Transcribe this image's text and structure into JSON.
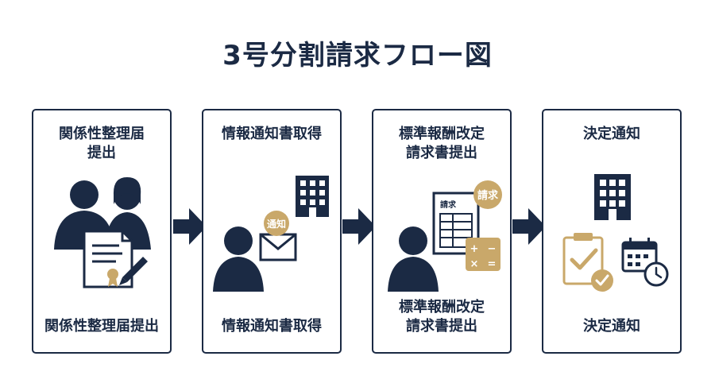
{
  "title": "3号分割請求フロー図",
  "steps": [
    {
      "heading": "関係性整理届\n提出",
      "caption": "関係性整理届提出"
    },
    {
      "heading": "情報通知書取得",
      "caption": "情報通知書取得",
      "envelope_badge": "通知"
    },
    {
      "heading": "標準報酬改定\n請求書提出",
      "caption": "標準報酬改定\n請求書提出",
      "form_label": "請求",
      "form_badge": "請求"
    },
    {
      "heading": "決定通知",
      "caption": "決定通知"
    }
  ],
  "colors": {
    "navy": "#1b2a44",
    "gold": "#c9a86a",
    "white": "#ffffff"
  },
  "icons": [
    "people-icon",
    "document-pen-icon",
    "person-icon",
    "envelope-icon",
    "building-icon",
    "calculator-icon",
    "checklist-icon",
    "calendar-clock-icon",
    "arrow-right-icon"
  ]
}
